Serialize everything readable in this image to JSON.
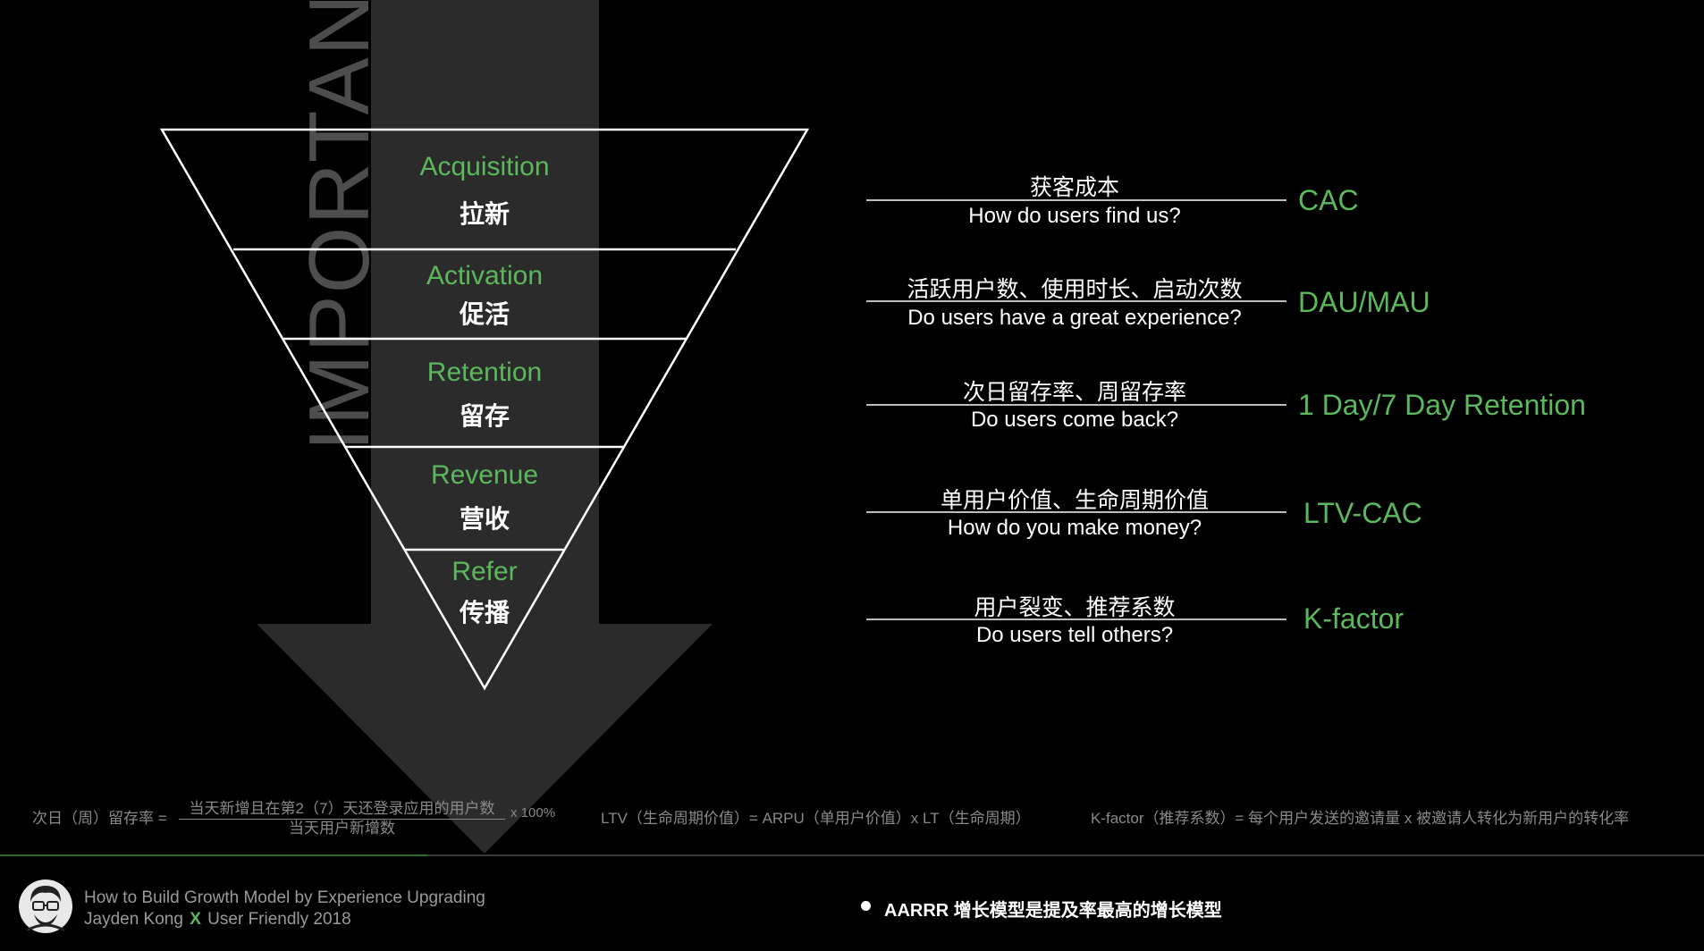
{
  "watermark": "IMPORTANT",
  "funnel": [
    {
      "en": "Acquisition",
      "zh": "拉新"
    },
    {
      "en": "Activation",
      "zh": "促活"
    },
    {
      "en": "Retention",
      "zh": "留存"
    },
    {
      "en": "Revenue",
      "zh": "营收"
    },
    {
      "en": "Refer",
      "zh": "传播"
    }
  ],
  "metrics": [
    {
      "zh": "获客成本",
      "en": "How do users find us?",
      "abbr": "CAC"
    },
    {
      "zh": "活跃用户数、使用时长、启动次数",
      "en": "Do users have a great experience?",
      "abbr": "DAU/MAU"
    },
    {
      "zh": "次日留存率、周留存率",
      "en": "Do users come back?",
      "abbr": "1 Day/7 Day Retention"
    },
    {
      "zh": "单用户价值、生命周期价值",
      "en": "How do you make money?",
      "abbr": "LTV-CAC"
    },
    {
      "zh": "用户裂变、推荐系数",
      "en": "Do users tell others?",
      "abbr": "K-factor"
    }
  ],
  "formulas": {
    "retention_label": "次日（周）留存率 =",
    "retention_numerator": "当天新增且在第2（7）天还登录应用的用户数",
    "retention_denominator": "当天用户新增数",
    "retention_multiplier": "x 100%",
    "ltv": "LTV（生命周期价值）= ARPU（单用户价值）x LT（生命周期）",
    "kfactor": "K-factor（推荐系数）= 每个用户发送的邀请量 x 被邀请人转化为新用户的转化率"
  },
  "footer": {
    "line1": "How to Build Growth Model by Experience Upgrading",
    "author": "Jayden Kong",
    "x_mark": "X",
    "org": "User Friendly 2018",
    "bullet_text": "AARRR 增长模型是提及率最高的增长模型"
  },
  "colors": {
    "accent": "#5cb85c",
    "arrow": "#2b2b2b",
    "background": "#000000"
  }
}
